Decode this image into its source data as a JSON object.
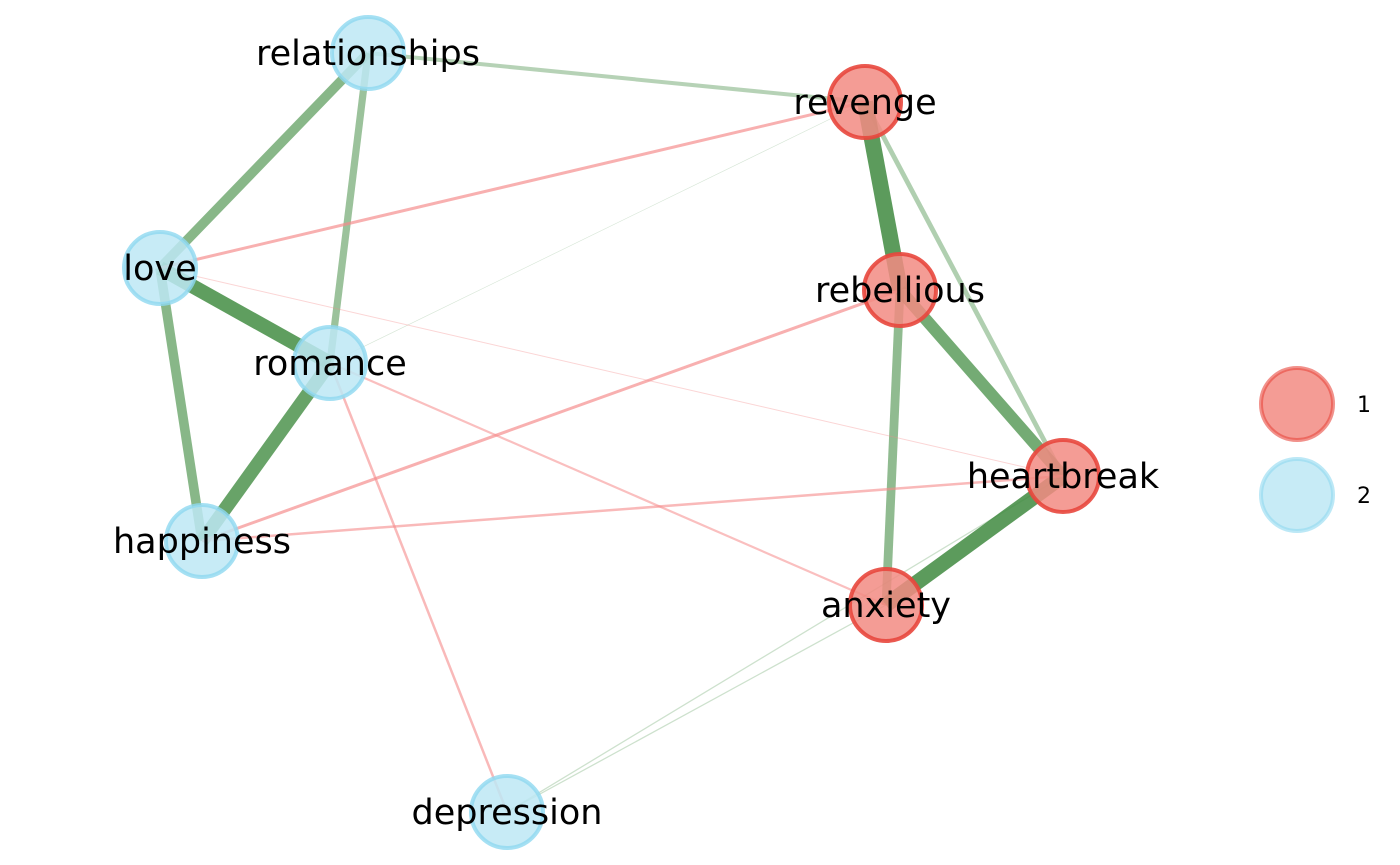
{
  "graph": {
    "groups": [
      {
        "id": "1",
        "label": "1",
        "fill": "#f28b82",
        "stroke": "#e8473d"
      },
      {
        "id": "2",
        "label": "2",
        "fill": "#bde8f5",
        "stroke": "#8fd8f0"
      }
    ],
    "nodes": [
      {
        "id": "relationships",
        "label": "relationships",
        "group": "2"
      },
      {
        "id": "revenge",
        "label": "revenge",
        "group": "1"
      },
      {
        "id": "love",
        "label": "love",
        "group": "2"
      },
      {
        "id": "rebellious",
        "label": "rebellious",
        "group": "1"
      },
      {
        "id": "romance",
        "label": "romance",
        "group": "2"
      },
      {
        "id": "heartbreak",
        "label": "heartbreak",
        "group": "1"
      },
      {
        "id": "happiness",
        "label": "happiness",
        "group": "2"
      },
      {
        "id": "anxiety",
        "label": "anxiety",
        "group": "1"
      },
      {
        "id": "depression",
        "label": "depression",
        "group": "2"
      }
    ],
    "edge_colors": {
      "positive": "#3f8a3f",
      "negative": "#f58a8a"
    },
    "edges": [
      {
        "source": "revenge",
        "target": "rebellious",
        "sign": "positive",
        "weight": 1.0
      },
      {
        "source": "heartbreak",
        "target": "anxiety",
        "sign": "positive",
        "weight": 0.95
      },
      {
        "source": "love",
        "target": "romance",
        "sign": "positive",
        "weight": 0.9
      },
      {
        "source": "romance",
        "target": "happiness",
        "sign": "positive",
        "weight": 0.85
      },
      {
        "source": "rebellious",
        "target": "heartbreak",
        "sign": "positive",
        "weight": 0.75
      },
      {
        "source": "relationships",
        "target": "love",
        "sign": "positive",
        "weight": 0.6
      },
      {
        "source": "love",
        "target": "happiness",
        "sign": "positive",
        "weight": 0.6
      },
      {
        "source": "rebellious",
        "target": "anxiety",
        "sign": "positive",
        "weight": 0.55
      },
      {
        "source": "relationships",
        "target": "romance",
        "sign": "positive",
        "weight": 0.45
      },
      {
        "source": "revenge",
        "target": "heartbreak",
        "sign": "positive",
        "weight": 0.3
      },
      {
        "source": "relationships",
        "target": "revenge",
        "sign": "positive",
        "weight": 0.25
      },
      {
        "source": "depression",
        "target": "anxiety",
        "sign": "positive",
        "weight": 0.08
      },
      {
        "source": "depression",
        "target": "heartbreak",
        "sign": "positive",
        "weight": 0.08
      },
      {
        "source": "revenge",
        "target": "romance",
        "sign": "positive",
        "weight": 0.03
      },
      {
        "source": "love",
        "target": "revenge",
        "sign": "negative",
        "weight": 0.3
      },
      {
        "source": "happiness",
        "target": "rebellious",
        "sign": "negative",
        "weight": 0.3
      },
      {
        "source": "happiness",
        "target": "heartbreak",
        "sign": "negative",
        "weight": 0.25
      },
      {
        "source": "romance",
        "target": "depression",
        "sign": "negative",
        "weight": 0.25
      },
      {
        "source": "romance",
        "target": "anxiety",
        "sign": "negative",
        "weight": 0.22
      },
      {
        "source": "love",
        "target": "heartbreak",
        "sign": "negative",
        "weight": 0.1
      }
    ]
  }
}
